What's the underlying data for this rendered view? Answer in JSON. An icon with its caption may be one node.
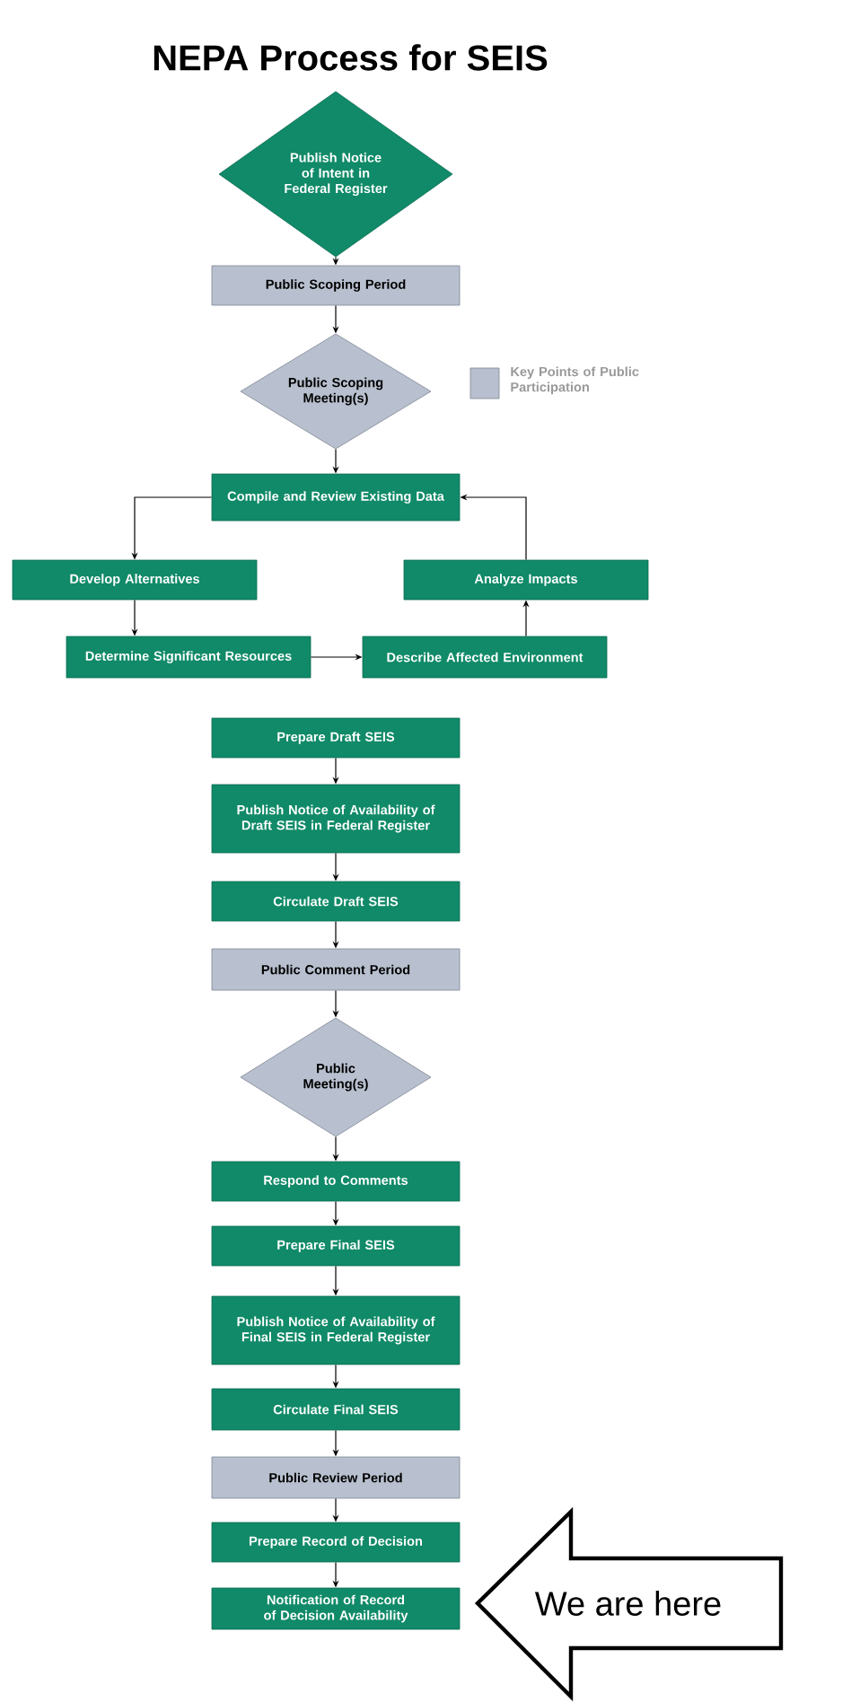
{
  "diagram": {
    "title": "NEPA Process for SEIS",
    "nodes": [
      {
        "text": [
          "Publish Notice of Intent in Federal Register"
        ]
      },
      {
        "text": [
          "Public Scoping Period"
        ]
      },
      {
        "text": [
          "Public Scoping Meeting(s)"
        ]
      },
      {
        "text": [
          "Compile and Review Existing Data"
        ]
      },
      {
        "text": [
          "Develop Alternatives"
        ]
      },
      {
        "text": [
          "Analyze Impacts"
        ]
      },
      {
        "text": [
          "Determine Significant Resources"
        ]
      },
      {
        "text": [
          "Describe Affected Environment"
        ]
      },
      {
        "text": [
          "Prepare Draft SEIS"
        ]
      },
      {
        "text": [
          "Publish Notice of Availability of Draft SEIS in Federal Register"
        ]
      },
      {
        "text": [
          "Circulate Draft SEIS"
        ]
      },
      {
        "text": [
          "Public Comment Period"
        ]
      },
      {
        "text": [
          "Public Meeting(s)"
        ]
      },
      {
        "text": [
          "Respond to Comments"
        ]
      },
      {
        "text": [
          "Prepare Final SEIS"
        ]
      },
      {
        "text": [
          "Publish Notice of Availability of Final SEIS in Federal Register"
        ]
      },
      {
        "text": [
          "Circulate Final SEIS"
        ]
      },
      {
        "text": [
          "Public Review Period"
        ]
      },
      {
        "text": [
          "Prepare Record of Decision"
        ]
      },
      {
        "text": [
          "Notification of Record of Decision Availability"
        ]
      },
      {
        "text": [
          "We are here"
        ]
      }
    ],
    "edges": [
      {
        "from": 0,
        "to": 1,
        "arrow": "to"
      },
      {
        "from": 1,
        "to": 2,
        "arrow": "to"
      },
      {
        "from": 2,
        "to": 3,
        "arrow": "to"
      },
      {
        "from": 3,
        "to": 4,
        "arrow": "to"
      },
      {
        "from": 4,
        "to": 6,
        "arrow": "to"
      },
      {
        "from": 6,
        "to": 7,
        "arrow": "to"
      },
      {
        "from": 7,
        "to": 5,
        "arrow": "to"
      },
      {
        "from": 5,
        "to": 3,
        "arrow": "to"
      },
      {
        "from": 8,
        "to": 9,
        "arrow": "to"
      },
      {
        "from": 9,
        "to": 10,
        "arrow": "to"
      },
      {
        "from": 10,
        "to": 11,
        "arrow": "to"
      },
      {
        "from": 11,
        "to": 12,
        "arrow": "to"
      },
      {
        "from": 12,
        "to": 13,
        "arrow": "to"
      },
      {
        "from": 13,
        "to": 14,
        "arrow": "to"
      },
      {
        "from": 14,
        "to": 15,
        "arrow": "to"
      },
      {
        "from": 15,
        "to": 16,
        "arrow": "to"
      },
      {
        "from": 16,
        "to": 17,
        "arrow": "to"
      },
      {
        "from": 17,
        "to": 18,
        "arrow": "to"
      },
      {
        "from": 18,
        "to": 19,
        "arrow": "to"
      }
    ],
    "legend": [
      {
        "text": "Key Points of Public Participation",
        "color": "#b8c0cf"
      }
    ]
  }
}
